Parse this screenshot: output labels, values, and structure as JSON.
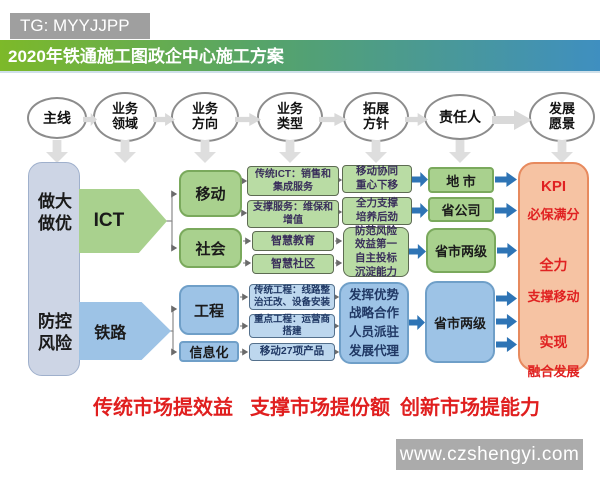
{
  "badge": "TG: MYYJJPP",
  "title": "2020年铁通施工图政企中心施工方案",
  "headers": [
    "主线",
    "业务领域",
    "业务方向",
    "业务类型",
    "拓展方针",
    "责任人",
    "发展愿景"
  ],
  "mainline": {
    "top": "做大做优",
    "bottom": "防控风险"
  },
  "domains": {
    "ict": "ICT",
    "rail": "铁路"
  },
  "directions": {
    "mobile": "移动",
    "society": "社会",
    "engineering": "工程",
    "info": "信息化"
  },
  "types": {
    "t1": "传统ICT：销售和集成服务",
    "t2": "支撑服务：维保和增值",
    "t3": "智慧教育",
    "t4": "智慧社区",
    "t5": "传统工程：线路整治迁改、设备安装",
    "t6": "重点工程：运营商搭建",
    "t7": "移动27项产品"
  },
  "policies": {
    "p1": "移动协同重心下移",
    "p2": "全力支撑培养后劲",
    "p3": "防范风险效益第一自主投标沉淀能力",
    "p4": "发挥优势战略合作人员派驻发展代理"
  },
  "responsibles": {
    "r1": "地 市",
    "r2": "省公司",
    "r3": "省市两级",
    "r4": "省市两级"
  },
  "vision": [
    "KPI",
    "必保满分",
    "全力",
    "支撑移动",
    "实现",
    "融合发展"
  ],
  "footers": [
    "传统市场提效益",
    "支撑市场提份额",
    "创新市场提能力"
  ],
  "watermark": "www.czshengyi.com",
  "colors": {
    "green_box": "#a9d18e",
    "blue_box": "#9dc3e6",
    "type_green": "#b9dca4",
    "type_blue": "#bdd7ee",
    "vision_fill": "#f6c3a3",
    "vision_border": "#e78a5e",
    "red_text": "#e02222",
    "arrow_blue": "#2e74b5",
    "title_gradient_start": "#7db929",
    "title_gradient_end": "#3f8fc0",
    "badge_gray": "#9f9f9f"
  }
}
